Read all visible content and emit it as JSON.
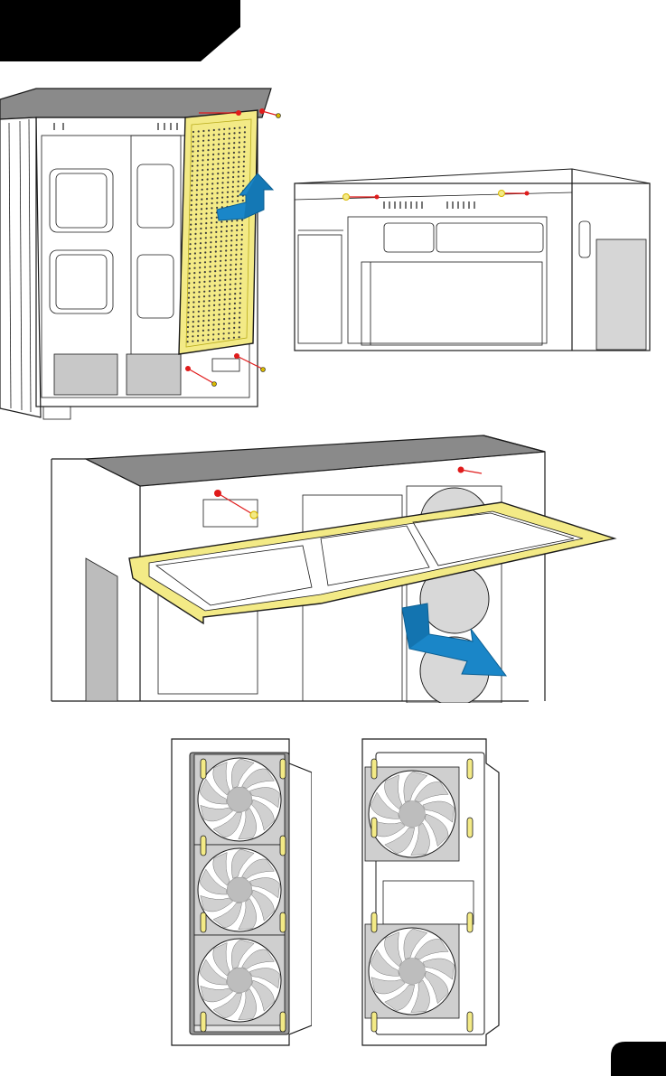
{
  "page": {
    "header_tab_color": "#000000",
    "page_number": "",
    "page_tab_color": "#000000"
  },
  "colors": {
    "highlight": "#f3ea86",
    "highlight_stroke": "#b9ac1c",
    "arrow_blue": "#1a86c8",
    "arrow_blue_dark": "#0b5f93",
    "screw_red": "#e01b1b",
    "line": "#1a1a1a",
    "panel_grey": "#8a8a8a",
    "fan_grey": "#cfcfcf"
  },
  "figures": [
    {
      "id": "fig-side-panel-removal",
      "icons": [
        "case-icon",
        "perforated-panel-icon",
        "up-arrow-icon",
        "screw-icon"
      ]
    },
    {
      "id": "fig-rear-detail",
      "icons": [
        "screw-icon"
      ]
    },
    {
      "id": "fig-fan-bracket-removal",
      "icons": [
        "fan-bracket-icon",
        "down-arrow-icon",
        "screw-icon"
      ]
    },
    {
      "id": "fig-three-fan-layout",
      "fan_count": 3
    },
    {
      "id": "fig-two-fan-layout",
      "fan_count": 2
    }
  ]
}
